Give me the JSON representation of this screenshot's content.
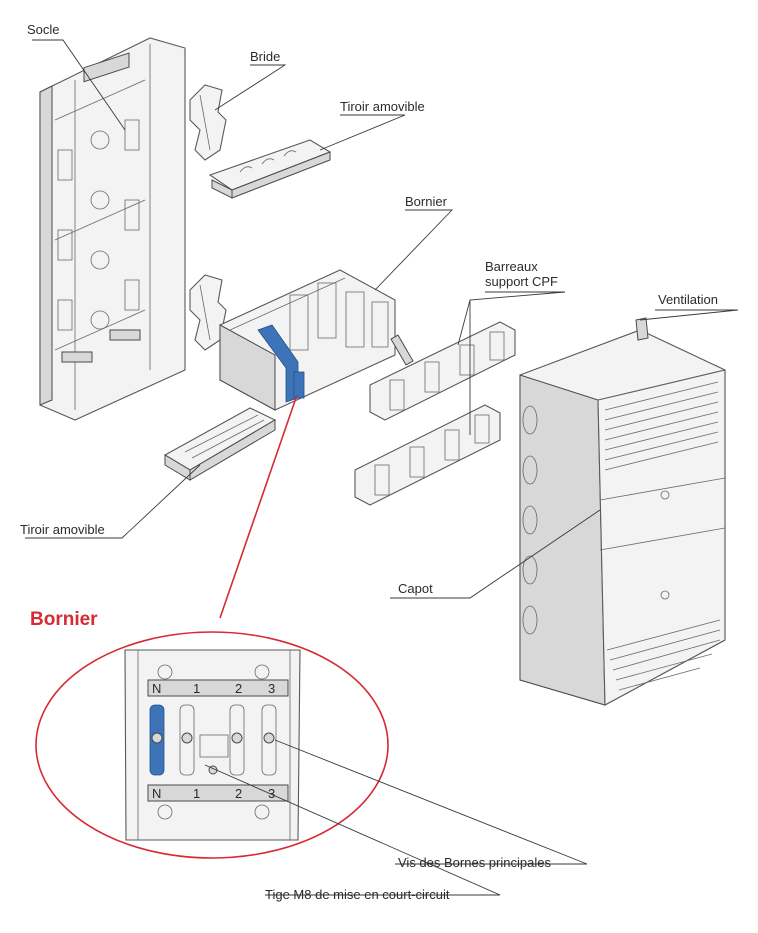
{
  "labels": {
    "socle": "Socle",
    "bride": "Bride",
    "tiroir_top": "Tiroir amovible",
    "bornier": "Bornier",
    "barreaux_line1": "Barreaux",
    "barreaux_line2": "support CPF",
    "ventilation": "Ventilation",
    "tiroir_bottom": "Tiroir amovible",
    "capot": "Capot",
    "bornier_title": "Bornier",
    "vis_bornes": "Vis des Bornes principales",
    "tige_m8": "Tige M8 de mise en court-circuit"
  },
  "detail_markings": {
    "top_letters": [
      "N",
      "1",
      "2",
      "3"
    ],
    "bottom_letters": [
      "N",
      "1",
      "2",
      "3"
    ]
  },
  "colors": {
    "accent_red": "#d62b35",
    "blue_part": "#3d74b8",
    "line": "#3a3a3a"
  }
}
